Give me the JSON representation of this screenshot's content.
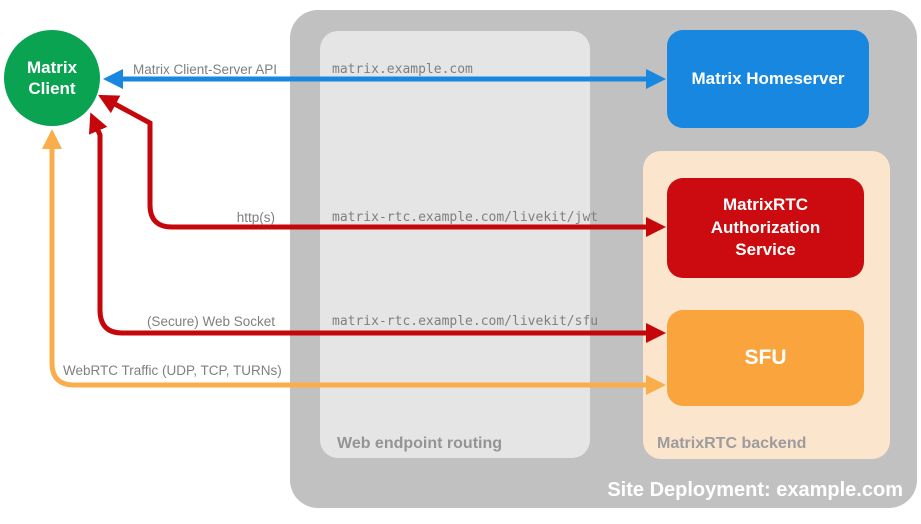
{
  "colors": {
    "client_green": "#09A352",
    "homeserver_blue": "#1787E0",
    "auth_red": "#CB0B0F",
    "sfu_orange": "#F9A43C",
    "backend_peach": "#FCE5CD",
    "routing_gray": "#E5E5E5",
    "site_gray": "#C1C1C1",
    "arrow_red": "#C5070C",
    "arrow_orange": "#F9AE4B",
    "label_gray": "#7F7F7F"
  },
  "matrix_client": {
    "line1": "Matrix",
    "line2": "Client"
  },
  "site_deployment": {
    "caption": "Site Deployment: example.com"
  },
  "web_endpoint_routing": {
    "caption": "Web endpoint routing",
    "endpoints": {
      "homeserver": "matrix.example.com",
      "jwt": "matrix-rtc.example.com/livekit/jwt",
      "sfu": "matrix-rtc.example.com/livekit/sfu"
    }
  },
  "matrixrtc_backend": {
    "caption": "MatrixRTC backend"
  },
  "nodes": {
    "homeserver": {
      "label": "Matrix Homeserver"
    },
    "auth_service": {
      "label": "MatrixRTC Authorization Service"
    },
    "sfu": {
      "label": "SFU"
    }
  },
  "connections": {
    "client_server_api": {
      "label": "Matrix Client-Server API"
    },
    "https": {
      "label": "http(s)"
    },
    "websocket": {
      "label": "(Secure) Web Socket"
    },
    "webrtc": {
      "label": "WebRTC Traffic (UDP, TCP, TURNs)"
    }
  }
}
